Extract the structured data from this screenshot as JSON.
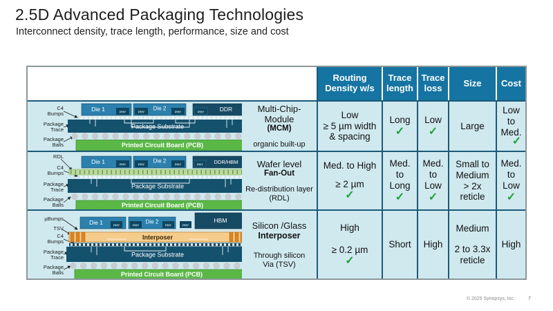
{
  "slide": {
    "title": "2.5D Advanced Packaging Technologies",
    "subtitle": "Interconnect density, trace length, performance, size and cost",
    "footer_copyright": "© 2025 Synopsys, Inc.",
    "footer_page": "7"
  },
  "icons": {
    "check": "✓"
  },
  "colors": {
    "header_blue": "#1574a2",
    "cell_bg": "#cfe9ef",
    "grid_line": "#1b5a78",
    "check_green": "#21a038",
    "die_blue": "#2b80ae",
    "phy_navy": "#0f455f",
    "memory_navy": "#174a63",
    "substrate_blue": "#14516d",
    "pcb_green": "#5bb847",
    "rdl_green": "#bcd9a0",
    "interposer_tan": "#f6cc8c",
    "tsv_orange": "#dd8420"
  },
  "table": {
    "headers": {
      "routing": "Routing\nDensity w/s",
      "trace_length": "Trace\nlength",
      "trace_loss": "Trace\nloss",
      "size": "Size",
      "cost": "Cost"
    },
    "rows": [
      {
        "name1": "Multi-Chip-Module",
        "name2": "(MCM)",
        "name_sub": "organic built-up",
        "routing_v1": "Low\n≥ 5 µm width\n& spacing",
        "trace_length_v1": "Long",
        "trace_loss_v1": "Low",
        "size_v1": "Large",
        "cost_v1": "Low\nto\nMed."
      },
      {
        "name1": "Wafer level",
        "name2": "Fan-Out",
        "name_sub": "Re-distribution layer\n(RDL)",
        "routing_v1": "Med. to High",
        "routing_v2": "≥ 2 µm",
        "trace_length_v1": "Med.\nto\nLong",
        "trace_loss_v1": "Med.\nto\nLow",
        "size_v1": "Small to\nMedium\n> 2x\nreticle",
        "cost_v1": "Med.\nto\nLow"
      },
      {
        "name1": "Silicon /Glass",
        "name2": "Interposer",
        "name_sub": "Through silicon\nVia (TSV)",
        "routing_v1": "High",
        "routing_v2": "≥ 0.2 µm",
        "trace_length_v1": "Short",
        "trace_loss_v1": "High",
        "size_v1": "Medium",
        "size_v2": "2 to 3.3x\nreticle",
        "cost_v1": "High"
      }
    ]
  },
  "diagrams": [
    {
      "labels": [
        "C4\nBumps",
        "Package\nTrace",
        "Package\nBalls"
      ],
      "die1": "Die 1",
      "die2": "Die 2",
      "phy": "PHY",
      "mem": "DDR",
      "substrate": "Package Substrate",
      "pcb": "Printed Circuit Board (PCB)"
    },
    {
      "labels": [
        "RDL",
        "C4\nBumps",
        "Package\nTrace",
        "Package\nBalls"
      ],
      "die1": "Die 1",
      "die2": "Die 2",
      "phy": "PHY",
      "mem": "DDR/HBM",
      "substrate": "Package Substrate",
      "pcb": "Printed Circuit Board (PCB)"
    },
    {
      "labels": [
        "µBumps",
        "TSV",
        "C4\nBumps",
        "Package\nTrace",
        "Package\nBalls"
      ],
      "die1": "Die 1",
      "die2": "Die 2",
      "phy": "PHY",
      "mem": "HBM",
      "interposer": "Interposer",
      "substrate": "Package Substrate",
      "pcb": "Printed Circuit Board (PCB)"
    }
  ]
}
